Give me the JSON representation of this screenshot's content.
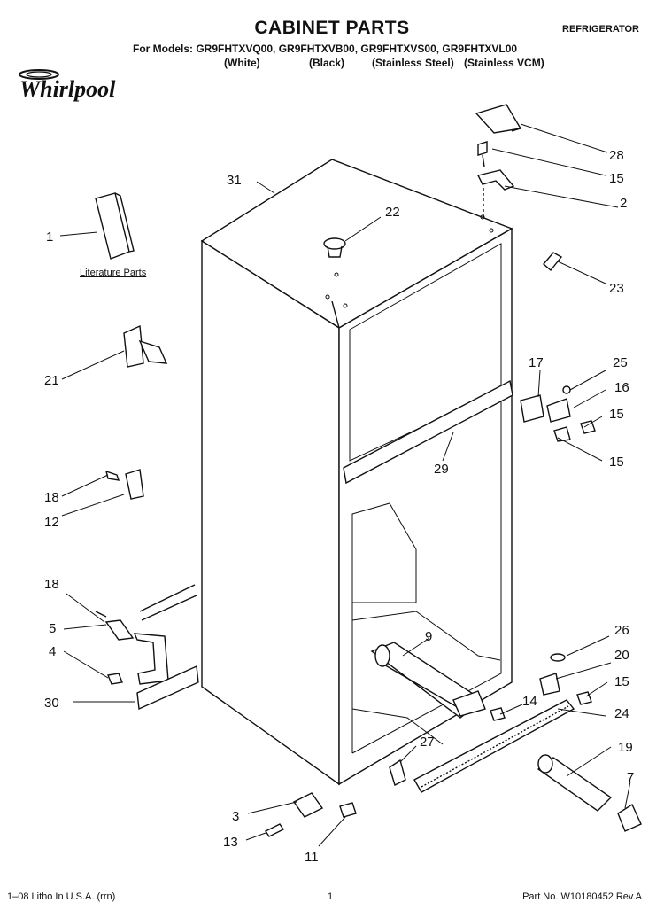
{
  "header": {
    "title": "CABINET PARTS",
    "category": "REFRIGERATOR",
    "models_line": "For Models: GR9FHTXVQ00, GR9FHTXVB00, GR9FHTXVS00, GR9FHTXVL00",
    "variants": [
      "(White)",
      "(Black)",
      "(Stainless Steel)",
      "(Stainless VCM)"
    ],
    "brand": "Whirlpool"
  },
  "diagram": {
    "literature_label": "Literature Parts",
    "callouts": [
      "1",
      "2",
      "3",
      "4",
      "5",
      "7",
      "9",
      "11",
      "12",
      "13",
      "14",
      "15",
      "15",
      "15",
      "15",
      "16",
      "17",
      "18",
      "18",
      "19",
      "20",
      "21",
      "22",
      "23",
      "24",
      "25",
      "26",
      "27",
      "28",
      "29",
      "30",
      "31"
    ]
  },
  "footer": {
    "left": "1–08 Litho In U.S.A. (rrn)",
    "page": "1",
    "right": "Part No. W10180452 Rev.A"
  }
}
